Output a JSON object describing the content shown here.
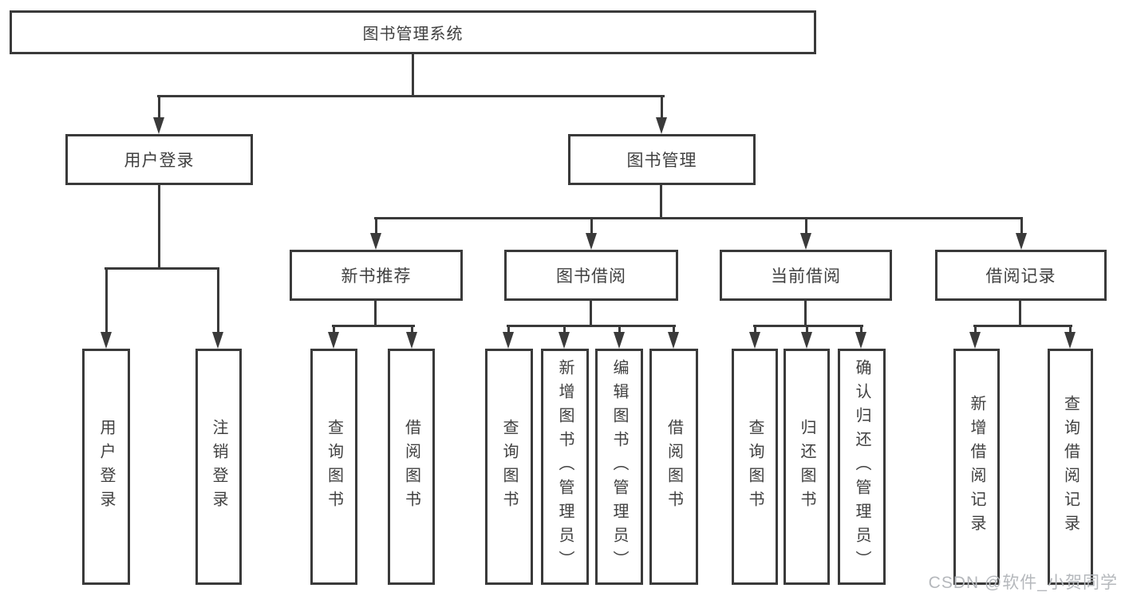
{
  "tree": {
    "root": {
      "label": "图书管理系统"
    },
    "branches": [
      {
        "label": "用户登录",
        "children": [
          {
            "label": "用户登录"
          },
          {
            "label": "注销登录"
          }
        ]
      },
      {
        "label": "图书管理",
        "sections": [
          {
            "label": "新书推荐",
            "children": [
              {
                "label": "查询图书"
              },
              {
                "label": "借阅图书"
              }
            ]
          },
          {
            "label": "图书借阅",
            "children": [
              {
                "label": "查询图书"
              },
              {
                "label": "新增图书（管理员）"
              },
              {
                "label": "编辑图书（管理员）"
              },
              {
                "label": "借阅图书"
              }
            ]
          },
          {
            "label": "当前借阅",
            "children": [
              {
                "label": "查询图书"
              },
              {
                "label": "归还图书"
              },
              {
                "label": "确认归还（管理员）"
              }
            ]
          },
          {
            "label": "借阅记录",
            "children": [
              {
                "label": "新增借阅记录"
              },
              {
                "label": "查询借阅记录"
              }
            ]
          }
        ]
      }
    ]
  },
  "watermark": "CSDN @软件_小贺同学",
  "colors": {
    "line": "#3a3a3a",
    "text": "#404040",
    "watermark": "#b5b8bc",
    "background": "#ffffff"
  }
}
